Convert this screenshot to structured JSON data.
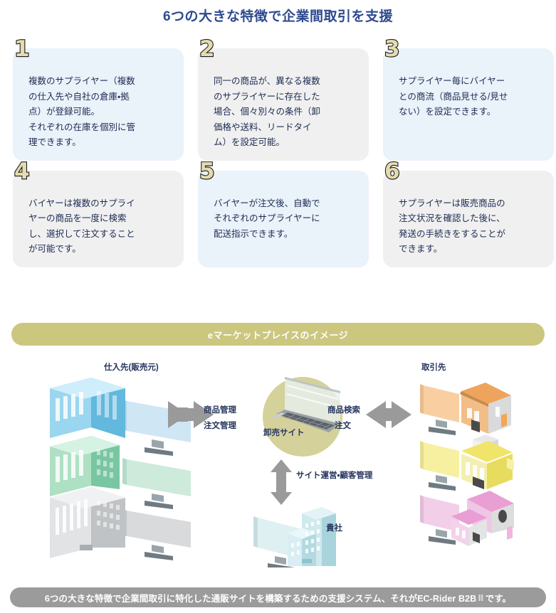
{
  "title": "6つの大きな特徴で企業間取引を支援",
  "cards": [
    {
      "number": "1",
      "theme": "blue",
      "text": "複数のサプライヤー（複数\nの仕入先や自社の倉庫・拠\n点）が登録可能。\nそれぞれの在庫を個別に管\n理できます。"
    },
    {
      "number": "2",
      "theme": "gray",
      "text": "同一の商品が、異なる複数\nのサプライヤーに存在した\n場合、個々別々の条件（卸\n価格や送料、リードタイ\nム）を設定可能。"
    },
    {
      "number": "3",
      "theme": "blue",
      "text": "サプライヤー毎にバイヤー\nとの商流（商品見せる/見せ\nない）を設定できます。"
    },
    {
      "number": "4",
      "theme": "gray",
      "text": "バイヤーは複数のサプライ\nヤーの商品を一度に検索\nし、選択して注文すること\nが可能です。"
    },
    {
      "number": "5",
      "theme": "blue",
      "text": "バイヤーが注文後、自動で\nそれぞれのサプライヤーに\n配送指示できます。"
    },
    {
      "number": "6",
      "theme": "gray",
      "text": "サプライヤーは販売商品の\n注文状況を確認した後に、\n発送の手続きをすることが\nできます。"
    }
  ],
  "banner": {
    "label": "eマーケットプレイスのイメージ",
    "color": "#cbc77f"
  },
  "diagram": {
    "supplier_heading": "仕入先(販売元)",
    "customer_heading": "取引先",
    "hub_label": "卸売サイト",
    "company_label": "貴社",
    "left_arrow_line1": "商品管理",
    "left_arrow_line2": "注文管理",
    "right_arrow_line1": "商品検索",
    "right_arrow_line2": "注文",
    "bottom_arrow_label": "サイト運営・顧客管理",
    "supplier_colors": [
      "#7ec8e8",
      "#8fd0ac",
      "#c9cbcc"
    ],
    "customer_colors": [
      "#f5bb84",
      "#f2e482",
      "#eab6dd"
    ],
    "hub_color": "#cfcb8b",
    "arrow_color": "#9a9a9a",
    "company_color": "#bfe0e4"
  },
  "footer": {
    "text_before": "6つの大きな特徴で企業間取引に特化した通販サイトを構築するための支援システム、それがEC-Rider B2B",
    "roman": "Ⅱ",
    "text_after": "です。",
    "color": "#9b9b9b"
  }
}
